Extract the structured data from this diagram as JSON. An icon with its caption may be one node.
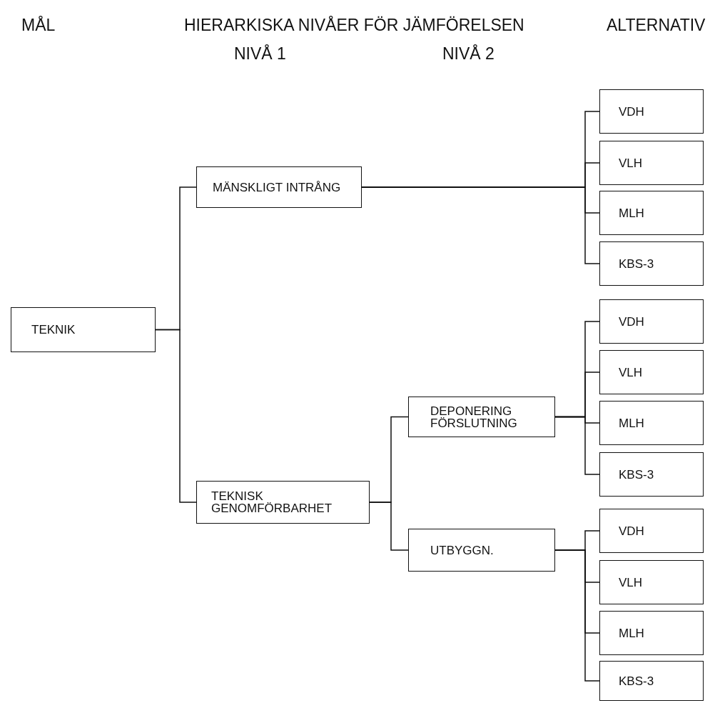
{
  "diagram": {
    "nodes": [
      {
        "text": [
          "TEKNIK"
        ]
      },
      {
        "text": [
          "MÄNSKLIGT INTRÅNG"
        ]
      },
      {
        "text": [
          "TEKNISK GENOMFÖRBARHET"
        ]
      },
      {
        "text": [
          "DEPONERING FÖRSLUTNING"
        ]
      },
      {
        "text": [
          "UTBYGGN."
        ]
      },
      {
        "text": [
          "VDH"
        ]
      },
      {
        "text": [
          "VLH"
        ]
      },
      {
        "text": [
          "MLH"
        ]
      },
      {
        "text": [
          "KBS-3"
        ]
      },
      {
        "text": [
          "VDH"
        ]
      },
      {
        "text": [
          "VLH"
        ]
      },
      {
        "text": [
          "MLH"
        ]
      },
      {
        "text": [
          "KBS-3"
        ]
      },
      {
        "text": [
          "VDH"
        ]
      },
      {
        "text": [
          "VLH"
        ]
      },
      {
        "text": [
          "MLH"
        ]
      },
      {
        "text": [
          "KBS-3"
        ]
      }
    ],
    "edges": [
      {
        "from": 0,
        "to": 1,
        "arrow": "none"
      },
      {
        "from": 0,
        "to": 2,
        "arrow": "none"
      },
      {
        "from": 1,
        "to": 5,
        "arrow": "none"
      },
      {
        "from": 1,
        "to": 6,
        "arrow": "none"
      },
      {
        "from": 1,
        "to": 7,
        "arrow": "none"
      },
      {
        "from": 1,
        "to": 8,
        "arrow": "none"
      },
      {
        "from": 2,
        "to": 3,
        "arrow": "none"
      },
      {
        "from": 2,
        "to": 4,
        "arrow": "none"
      },
      {
        "from": 3,
        "to": 9,
        "arrow": "none"
      },
      {
        "from": 3,
        "to": 10,
        "arrow": "none"
      },
      {
        "from": 3,
        "to": 11,
        "arrow": "none"
      },
      {
        "from": 3,
        "to": 12,
        "arrow": "none"
      },
      {
        "from": 4,
        "to": 13,
        "arrow": "none"
      },
      {
        "from": 4,
        "to": 14,
        "arrow": "none"
      },
      {
        "from": 4,
        "to": 15,
        "arrow": "none"
      },
      {
        "from": 4,
        "to": 16,
        "arrow": "none"
      }
    ],
    "labels": [
      "MÅL",
      "HIERARKISKA NIVÅER FÖR JÄMFÖRELSEN",
      "ALTERNATIV",
      "NIVÅ 1",
      "NIVÅ 2"
    ]
  }
}
